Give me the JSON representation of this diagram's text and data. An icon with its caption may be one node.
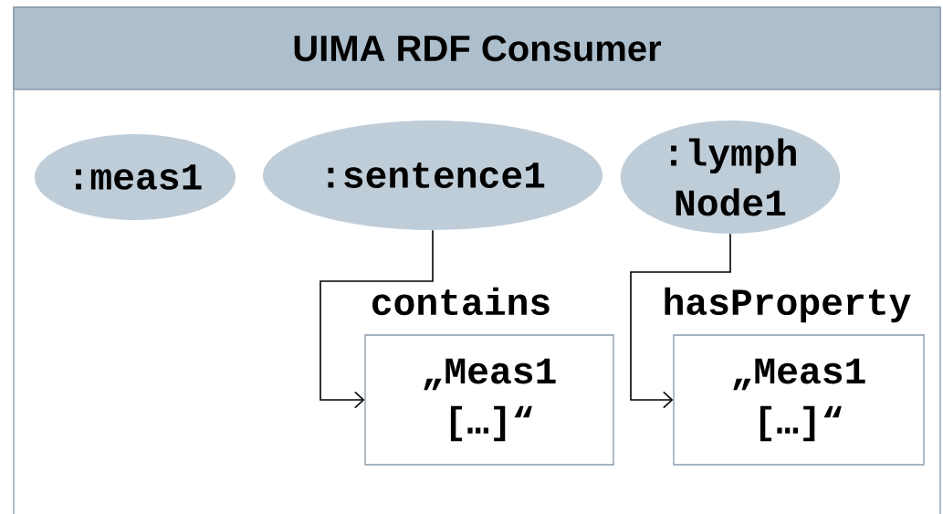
{
  "diagram": {
    "title": "UIMA RDF Consumer",
    "nodes": [
      {
        "text": [
          ":meas1"
        ]
      },
      {
        "text": [
          ":sentence1"
        ]
      },
      {
        "text": [
          ":lymph Node1"
        ]
      },
      {
        "text": [
          "„Meas1 […]“"
        ]
      },
      {
        "text": [
          "„Meas1 […]“"
        ]
      }
    ],
    "edges": [
      {
        "from": 1,
        "to": 3,
        "arrow": "to",
        "label": "contains"
      },
      {
        "from": 2,
        "to": 4,
        "arrow": "to",
        "label": "hasProperty"
      }
    ]
  }
}
